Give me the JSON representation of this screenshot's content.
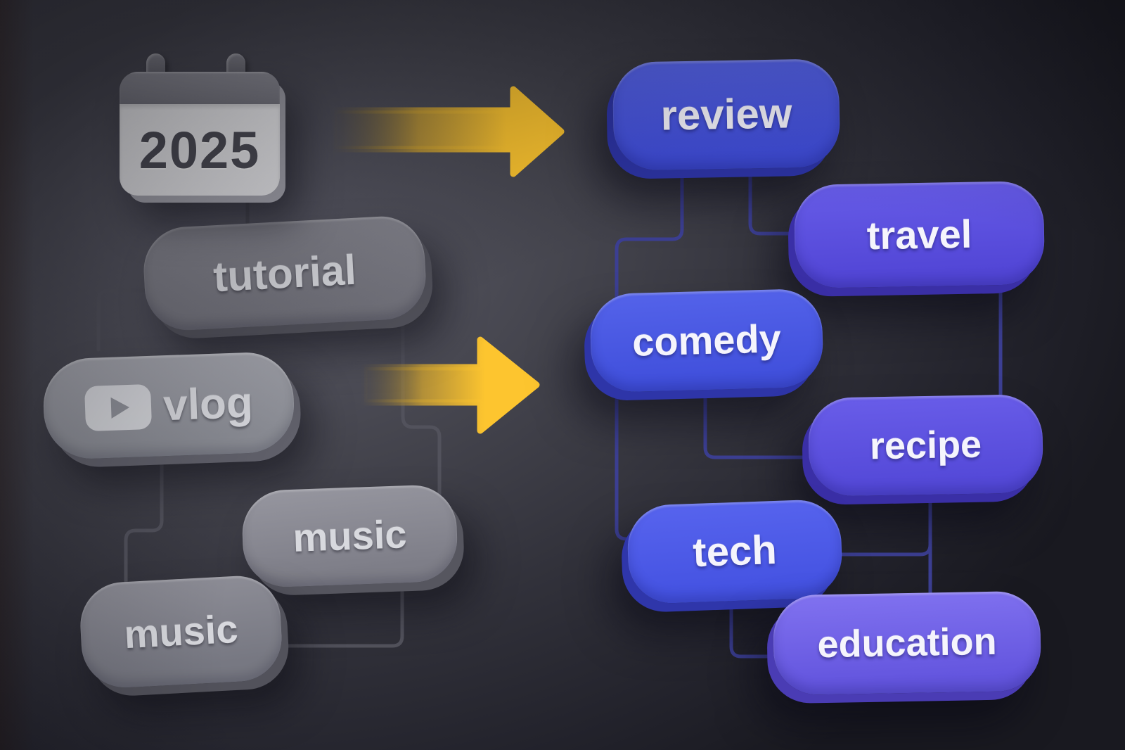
{
  "calendar": {
    "year": "2025"
  },
  "source": {
    "items": [
      {
        "label": "tutorial"
      },
      {
        "label": "vlog",
        "icon": "youtube-play-icon"
      },
      {
        "label": "music"
      },
      {
        "label": "music"
      }
    ]
  },
  "target": {
    "items": [
      {
        "label": "review"
      },
      {
        "label": "travel"
      },
      {
        "label": "comedy"
      },
      {
        "label": "recipe"
      },
      {
        "label": "tech"
      },
      {
        "label": "education"
      }
    ]
  },
  "colors": {
    "background": "#31313a",
    "arrow_yellow": "#fdc52f",
    "source_gray": "#8b8b94",
    "target_blue": "#4553e0",
    "target_purple": "#5b4fde",
    "target_light_purple": "#7164e8",
    "connector_left": "#52525c",
    "connector_right": "#3c3f93",
    "calendar_face": "#f2f2f4",
    "calendar_text": "#4e4e57"
  }
}
